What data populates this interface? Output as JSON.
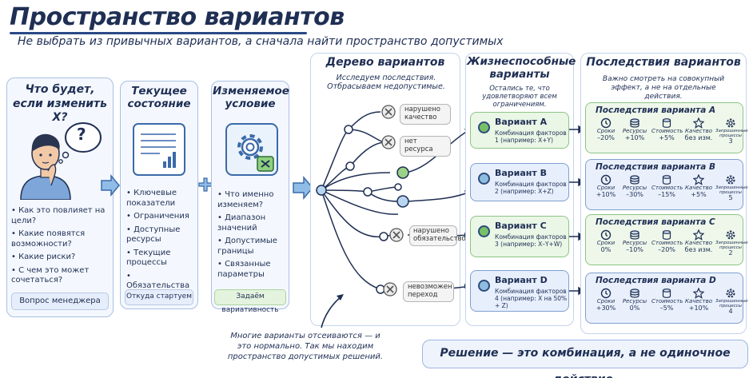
{
  "title": "Пространство вариантов",
  "subtitle": "Не выбрать из привычных вариантов, а сначала найти пространство допустимых",
  "col1": {
    "heading": "Что будет, если изменить X?",
    "bullets": [
      "Как это повлияет на цели?",
      "Какие появятся возможности?",
      "Какие риски?",
      "С чем это может сочетаться?"
    ],
    "footer": "Вопрос менеджера",
    "thought": "?"
  },
  "col2": {
    "heading": "Текущее состояние",
    "bullets": [
      "Ключевые показатели",
      "Ограничения",
      "Доступные ресурсы",
      "Текущие процессы",
      "Обязательства"
    ],
    "footer": "Откуда стартуем"
  },
  "col3": {
    "heading": "Изменяемое условие",
    "bullets": [
      "Что именно изменяем?",
      "Диапазон значений",
      "Допустимые границы",
      "Связанные параметры"
    ],
    "footer": "Задаём вариативность"
  },
  "tree": {
    "heading": "Дерево вариантов",
    "desc": "Исследуем последствия. Отбрасываем недопустимые.",
    "rejected": [
      "нарушено качество",
      "нет ресурса",
      "нарушено обязательство",
      "невозможен переход"
    ]
  },
  "viable": {
    "heading": "Жизнеспособные варианты",
    "desc": "Остались те, что удовлетворяют всем ограничениям.",
    "variants": [
      {
        "name": "Вариант A",
        "desc": "Комбинация факторов 1 (например: X+Y)",
        "color": "green"
      },
      {
        "name": "Вариант B",
        "desc": "Комбинация факторов 2 (например: X+Z)",
        "color": "blue"
      },
      {
        "name": "Вариант C",
        "desc": "Комбинация факторов 3 (например: X–Y+W)",
        "color": "green"
      },
      {
        "name": "Вариант D",
        "desc": "Комбинация факторов 4 (например: X на 50% + Z)",
        "color": "blue"
      }
    ]
  },
  "consequences": {
    "heading": "Последствия вариантов",
    "desc": "Важно смотреть на совокупный эффект, а не на отдельные действия.",
    "metric_labels": [
      "Сроки",
      "Ресурсы",
      "Стоимость",
      "Качество",
      "Запрошенные процессы"
    ],
    "cards": [
      {
        "title": "Последствия варианта A",
        "values": [
          "–20%",
          "+10%",
          "+5%",
          "без изм.",
          "3"
        ]
      },
      {
        "title": "Последствия варианта B",
        "values": [
          "+10%",
          "–30%",
          "–15%",
          "+5%",
          "5"
        ]
      },
      {
        "title": "Последствия варианта C",
        "values": [
          "0%",
          "–10%",
          "–20%",
          "без изм.",
          "2"
        ]
      },
      {
        "title": "Последствия варианта D",
        "values": [
          "+30%",
          "0%",
          "–5%",
          "+10%",
          "4"
        ]
      }
    ]
  },
  "note": "Многие варианты отсеиваются — и это нормально. Так мы находим пространство допустимых решений.",
  "decision": "Решение — это комбинация, а не одиночное действие."
}
